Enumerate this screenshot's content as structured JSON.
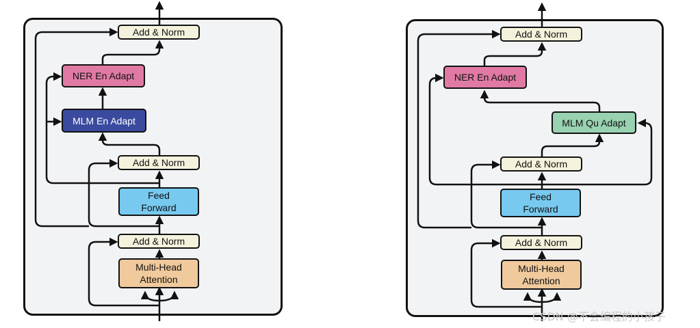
{
  "left": {
    "add_norm_top": "Add & Norm",
    "ner_adapter": "NER En Adapt",
    "mlm_adapter": "MLM En Adapt",
    "add_norm_mid": "Add & Norm",
    "feed_forward": "Feed Forward",
    "add_norm_bottom": "Add & Norm",
    "attention": "Multi-Head Attention"
  },
  "right": {
    "add_norm_top": "Add & Norm",
    "ner_adapter": "NER En Adapt",
    "mlm_adapter": "MLM Qu Adapt",
    "add_norm_mid": "Add & Norm",
    "feed_forward": "Feed Forward",
    "add_norm_bottom": "Add & Norm",
    "attention": "Multi-Head Attention"
  },
  "watermark": "CSDN @不会编程的小孩子",
  "colors": {
    "panel_bg": "#f2f3f5",
    "add_norm": "#f4f2dc",
    "ner_adapter": "#e07aa4",
    "mlm_en_adapter": "#3a4b9f",
    "mlm_qu_adapter": "#98d2b0",
    "feed_forward": "#77c9ef",
    "attention": "#f0c99c"
  }
}
